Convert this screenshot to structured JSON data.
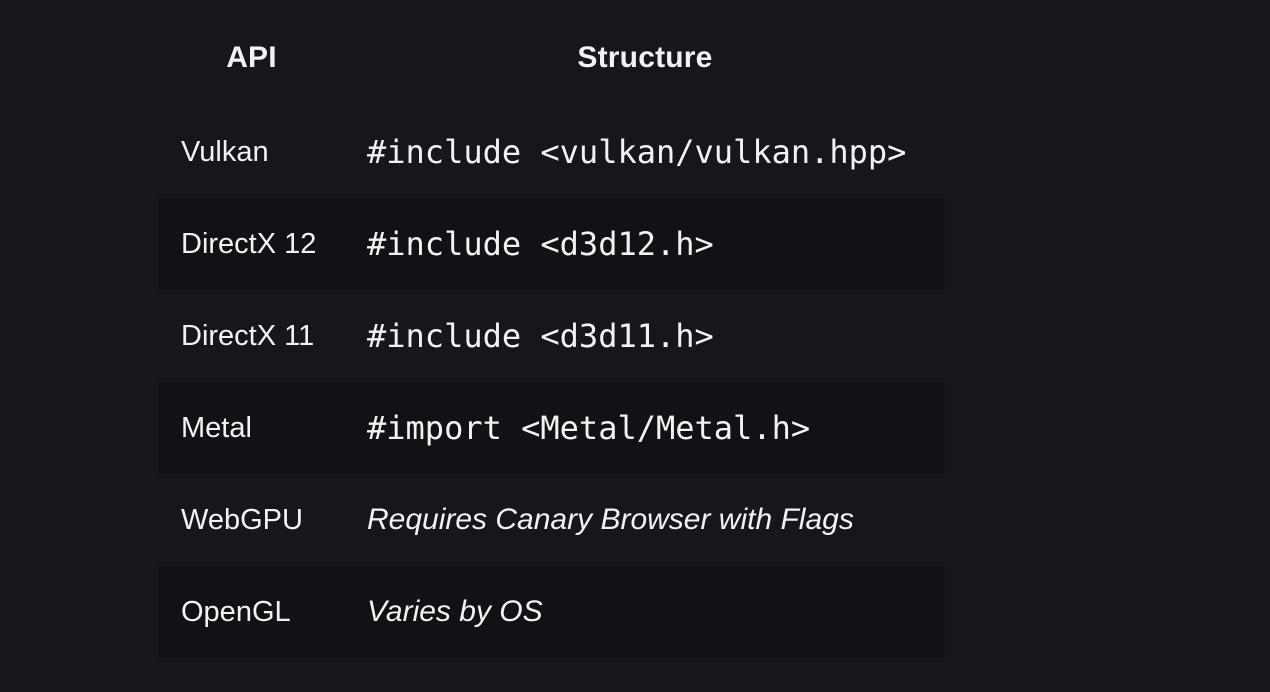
{
  "colors": {
    "background": "#15171d",
    "stripe": "#111215",
    "text": "#f2f2f4"
  },
  "table": {
    "columns": [
      {
        "label": "API"
      },
      {
        "label": "Structure"
      }
    ],
    "rows": [
      {
        "api": "Vulkan",
        "structure": "#include <vulkan/vulkan.hpp>",
        "type": "code",
        "striped": false
      },
      {
        "api": "DirectX 12",
        "structure": "#include <d3d12.h>",
        "type": "code",
        "striped": true
      },
      {
        "api": "DirectX 11",
        "structure": "#include <d3d11.h>",
        "type": "code",
        "striped": false
      },
      {
        "api": "Metal",
        "structure": "#import <Metal/Metal.h>",
        "type": "code",
        "striped": true
      },
      {
        "api": "WebGPU",
        "structure": "Requires Canary Browser with Flags",
        "type": "note",
        "striped": false
      },
      {
        "api": "OpenGL",
        "structure": "Varies by OS",
        "type": "note",
        "striped": true
      }
    ]
  }
}
